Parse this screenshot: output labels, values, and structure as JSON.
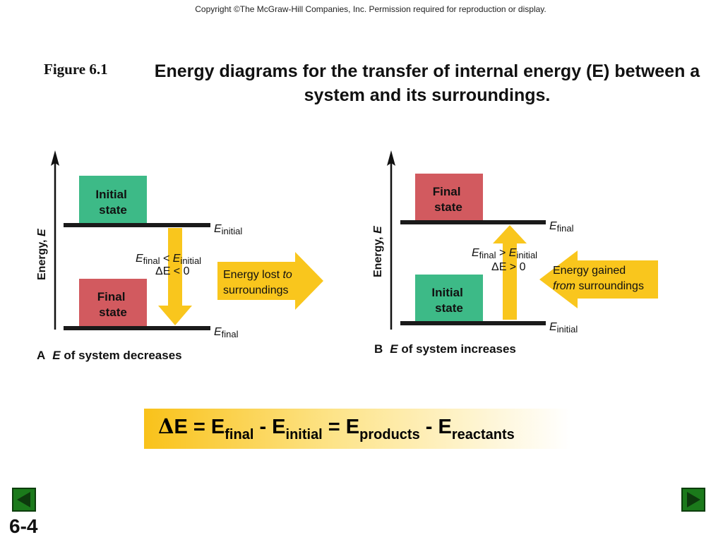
{
  "header": {
    "copyright": "Copyright ©The McGraw-Hill Companies, Inc.  Permission required for reproduction or display.",
    "figure_label": "Figure 6.1",
    "title": "Energy diagrams for the transfer of internal energy (E) between a system and its surroundings."
  },
  "diagram_a": {
    "axis_label": "Energy, E",
    "top_box": "Initial state",
    "top_box_line1": "Initial",
    "top_box_line2": "state",
    "top_level_label": "E",
    "top_level_sub": "initial",
    "bottom_box_line1": "Final",
    "bottom_box_line2": "state",
    "bottom_level_label": "E",
    "bottom_level_sub": "final",
    "relation_line1_a": "E",
    "relation_line1_a_sub": "final",
    "relation_line1_op": " < ",
    "relation_line1_b": "E",
    "relation_line1_b_sub": "initial",
    "relation_line2": "ΔE < 0",
    "arrow_text_line1_a": "Energy lost ",
    "arrow_text_line1_b": "to",
    "arrow_text_line2": "surroundings",
    "caption_letter": "A",
    "caption_e": "E",
    "caption_text": " of system decreases"
  },
  "diagram_b": {
    "axis_label": "Energy, E",
    "top_box_line1": "Final",
    "top_box_line2": "state",
    "top_level_label": "E",
    "top_level_sub": "final",
    "bottom_box_line1": "Initial",
    "bottom_box_line2": "state",
    "bottom_level_label": "E",
    "bottom_level_sub": "initial",
    "relation_line1_a": "E",
    "relation_line1_a_sub": "final",
    "relation_line1_op": " > ",
    "relation_line1_b": "E",
    "relation_line1_b_sub": "initial",
    "relation_line2": "ΔE > 0",
    "arrow_text_line1": "Energy gained",
    "arrow_text_line2_a": "from",
    "arrow_text_line2_b": " surroundings",
    "caption_letter": "B",
    "caption_e": "E",
    "caption_text": " of system increases"
  },
  "equation": {
    "delta": "Δ",
    "e1": "E = E",
    "sub_final": "final",
    "op1": " - E",
    "sub_initial": "initial",
    "op2": " = E",
    "sub_products": "products",
    "op3": " - E",
    "sub_reactants": "reactants"
  },
  "footer": {
    "slide_number": "6-4",
    "prev_icon": "left-triangle-icon",
    "next_icon": "right-triangle-icon"
  },
  "colors": {
    "initial_box": "#3dba87",
    "final_box": "#d25a5f",
    "arrow": "#f9c61d",
    "level_line": "#1a1a1a",
    "nav_green": "#1b7a1b"
  }
}
